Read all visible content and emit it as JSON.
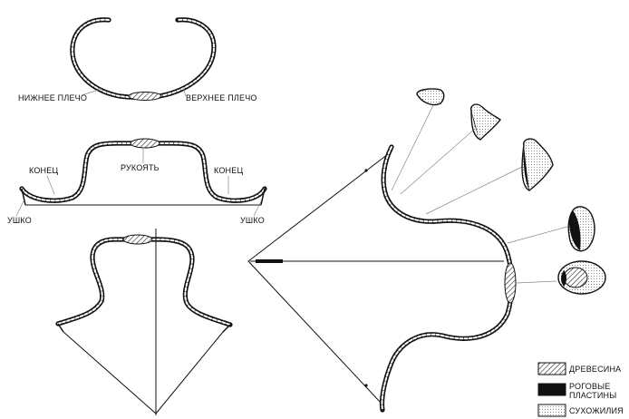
{
  "labels": {
    "lower_limb": "НИЖНЕЕ ПЛЕЧО",
    "upper_limb": "ВЕРХНЕЕ ПЛЕЧО",
    "grip": "РУКОЯТЬ",
    "end_left": "КОНЕЦ",
    "end_right": "КОНЕЦ",
    "nock_left": "УШКО",
    "nock_right": "УШКО"
  },
  "legend": {
    "wood": "ДРЕВЕСИНА",
    "horn_line1": "РОГОВЫЕ",
    "horn_line2": "ПЛАСТИНЫ",
    "sinew": "СУХОЖИЛИЯ"
  },
  "colors": {
    "ink": "#111111",
    "paper": "#ffffff",
    "leader": "#888888"
  }
}
